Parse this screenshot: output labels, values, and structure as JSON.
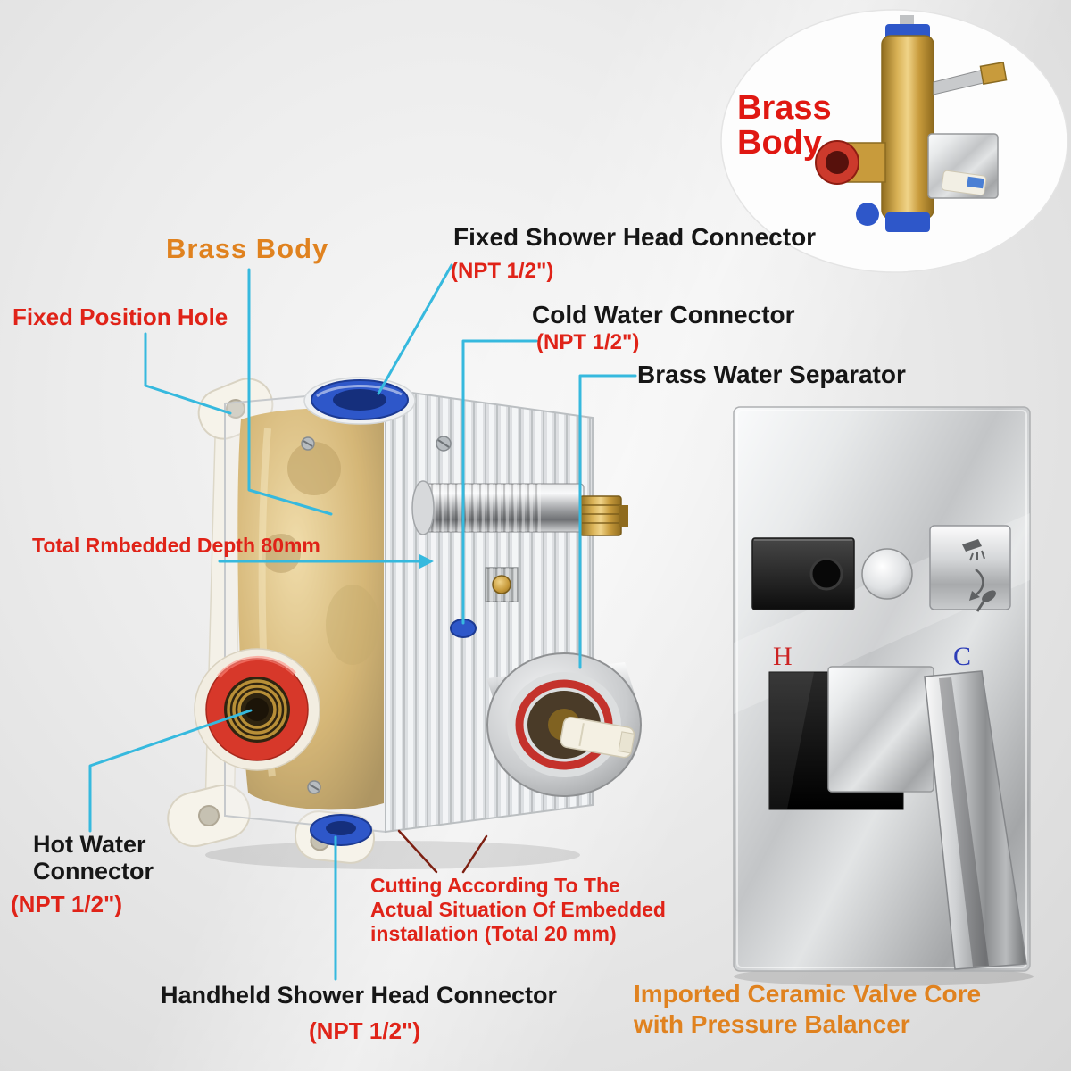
{
  "inset": {
    "caption": "Brass\nBody"
  },
  "callouts": {
    "brass_body": {
      "label": "Brass Body"
    },
    "fixed_shower": {
      "label": "Fixed Shower Head Connector",
      "spec": "(NPT 1/2\")"
    },
    "fixed_position_hole": {
      "label": "Fixed Position Hole"
    },
    "cold_water": {
      "label": "Cold Water Connector",
      "spec": "(NPT 1/2\")"
    },
    "brass_separator": {
      "label": "Brass Water Separator"
    },
    "embed_depth": {
      "label": "Total Rmbedded Depth 80mm"
    },
    "hot_water": {
      "label": "Hot Water\nConnector",
      "spec": "(NPT 1/2\")"
    },
    "cutting_note": {
      "label": "Cutting According To The\nActual Situation Of Embedded\ninstallation (Total 20 mm)"
    },
    "handheld_shower": {
      "label": "Handheld Shower Head Connector",
      "spec": "(NPT 1/2\")"
    },
    "ceramic_core": {
      "label": "Imported Ceramic Valve Core\nwith Pressure Balancer"
    }
  },
  "trim_plate": {
    "hot_marker": "H",
    "cold_marker": "C"
  },
  "colors": {
    "callout_line": "#36b9de",
    "cutting_line": "#7d2012",
    "red_text": "#e02318",
    "orange_text": "#e0821f",
    "black_text": "#161616",
    "hot_marker_color": "#cc2222",
    "cold_marker_color": "#2d3db8",
    "brass": "#c89b3c",
    "chrome": "#c9cbcd",
    "port_blue": "#2e57c9",
    "port_red": "#d7382a",
    "background": "#e9e9e9"
  }
}
